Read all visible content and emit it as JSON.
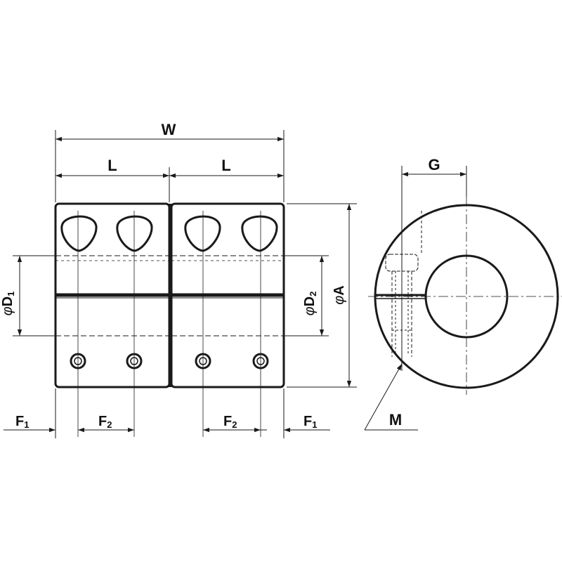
{
  "labels": {
    "W": "W",
    "L_left": "L",
    "L_right": "L",
    "G": "G",
    "M": "M",
    "F1_left_main": "F",
    "F1_left_sub": "1",
    "F2_left_main": "F",
    "F2_left_sub": "2",
    "F2_right_main": "F",
    "F2_right_sub": "2",
    "F1_right_main": "F",
    "F1_right_sub": "1",
    "D1_phi": "φ",
    "D1_main": "D",
    "D1_sub": "1",
    "D2_phi": "φ",
    "D2_main": "D",
    "D2_sub": "2",
    "A_phi": "φ",
    "A_main": "A"
  },
  "colors": {
    "stroke": "#1a1a1a",
    "fill": "#ffffff"
  }
}
